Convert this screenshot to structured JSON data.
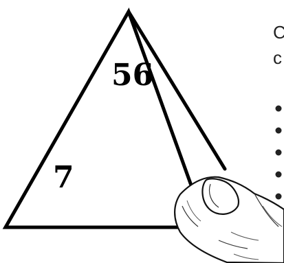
{
  "triangle": {
    "top_number": "56",
    "bottom_left_number": "7",
    "bottom_right_number": ""
  },
  "side_text": {
    "line1": "C",
    "line2": "c"
  },
  "bullets": [
    "•",
    "•",
    "•",
    "•",
    "•"
  ],
  "icons": {
    "hand": "hand-pointing-icon"
  },
  "colors": {
    "stroke": "#000000",
    "text": "#222222",
    "background": "#ffffff"
  }
}
